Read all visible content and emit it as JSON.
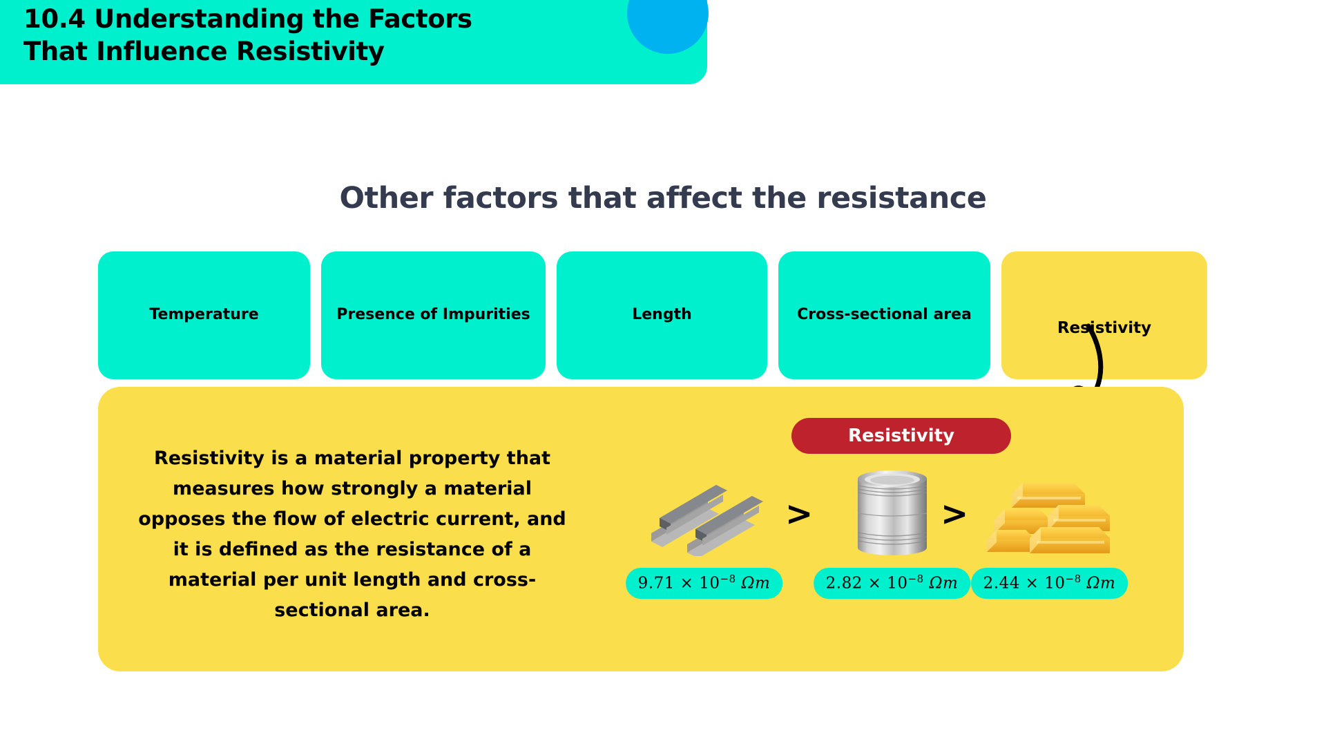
{
  "header": {
    "title": "10.4 Understanding the Factors\nThat Influence Resistivity",
    "bar_color": "#00EFCD",
    "circle_color": "#00B3F0"
  },
  "section": {
    "title": "Other factors that affect the resistance",
    "title_color": "#343B4E"
  },
  "factors": {
    "cards": [
      {
        "label": "Temperature",
        "style": "teal",
        "color": "#00EFCD"
      },
      {
        "label": "Presence of Impurities",
        "style": "teal",
        "color": "#00EFCD"
      },
      {
        "label": "Length",
        "style": "teal",
        "color": "#00EFCD"
      },
      {
        "label": "Cross-sectional area",
        "style": "teal",
        "color": "#00EFCD"
      },
      {
        "label": "Resistivity",
        "style": "yellow",
        "color": "#FADE4B"
      }
    ]
  },
  "panel": {
    "background": "#FADE4B",
    "definition": "Resistivity is a material property that measures how strongly a material opposes the flow of electric current, and it is defined as the resistance of a material per unit length and cross-sectional area.",
    "badge": {
      "label": "Resistivity",
      "background": "#BE222C",
      "text_color": "#FFFFFF"
    },
    "comparison": {
      "operator": ">",
      "items": [
        {
          "art": "steel-beams-icon",
          "mantissa": "9.71",
          "times": "×",
          "base": "10",
          "exponent": "−8",
          "unit": "Ωm",
          "pill_color": "#00EFCD"
        },
        {
          "art": "metal-can-icon",
          "mantissa": "2.82",
          "times": "×",
          "base": "10",
          "exponent": "−8",
          "unit": "Ωm",
          "pill_color": "#00EFCD"
        },
        {
          "art": "gold-bars-icon",
          "mantissa": "2.44",
          "times": "×",
          "base": "10",
          "exponent": "−8",
          "unit": "Ωm",
          "pill_color": "#00EFCD"
        }
      ]
    }
  }
}
